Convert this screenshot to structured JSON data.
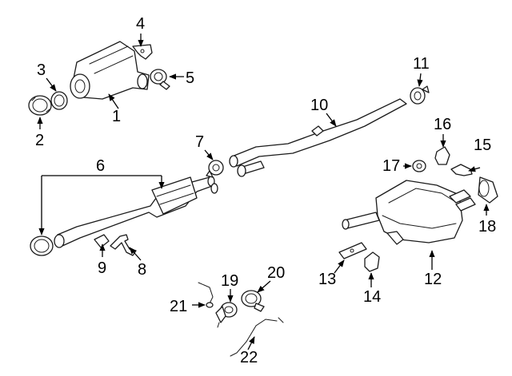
{
  "colors": {
    "line": "#1a1a1a",
    "background": "#ffffff"
  },
  "callouts": [
    "1",
    "2",
    "3",
    "4",
    "5",
    "6",
    "7",
    "8",
    "9",
    "10",
    "11",
    "12",
    "13",
    "14",
    "15",
    "16",
    "17",
    "18",
    "19",
    "20",
    "21",
    "22"
  ]
}
